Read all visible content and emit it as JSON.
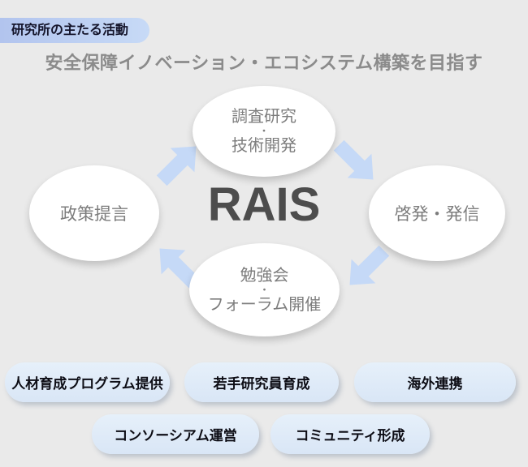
{
  "badge": {
    "label": "研究所の主たる活動"
  },
  "title": "安全保障イノベーション・エコシステム構築を目指す",
  "center_label": "RAIS",
  "cycle": {
    "top": {
      "name": "調査研究・技術開発",
      "lines": [
        "調査研究",
        "・",
        "技術開発"
      ]
    },
    "right": {
      "label": "啓発・発信"
    },
    "bottom": {
      "name": "勉強会・フォーラム開催",
      "lines": [
        "勉強会",
        "・",
        "フォーラム開催"
      ]
    },
    "left": {
      "label": "政策提言"
    },
    "arrows": [
      "arrow-up-right-left-to-top",
      "arrow-down-right-top-to-right",
      "arrow-down-left-right-to-bottom",
      "arrow-up-left-bottom-to-left"
    ]
  },
  "pills": {
    "row1": [
      "人材育成プログラム提供",
      "若手研究員育成",
      "海外連携"
    ],
    "row2": [
      "コンソーシアム運営",
      "コミュニティ形成"
    ]
  },
  "colors": {
    "background": "#eaeaea",
    "badge_gradient_start": "#b2c4ee",
    "badge_gradient_end": "#c7daf6",
    "badge_text": "#14142a",
    "title_text": "#8b8b8b",
    "ellipse_fill": "#ffffff",
    "ellipse_text": "#7d7d7d",
    "center_text": "#4d4d4d",
    "arrow_fill": "#c5d9f7",
    "pill_fill": "#dce8f7",
    "pill_text": "#0d0d15"
  }
}
